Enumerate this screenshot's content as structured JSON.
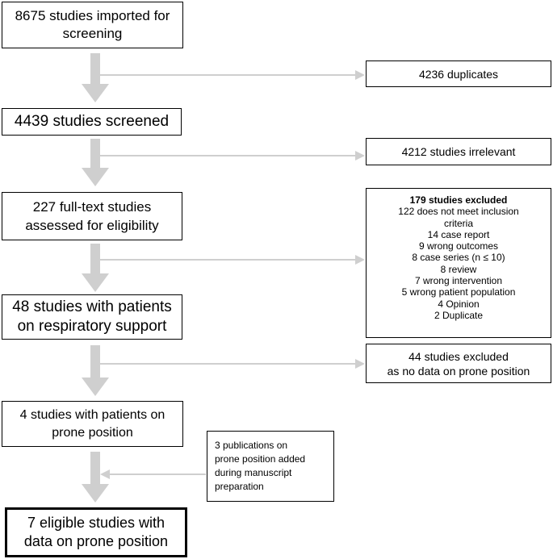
{
  "main_flow": {
    "imported": [
      "8675 studies imported for",
      "screening"
    ],
    "screened": "4439 studies screened",
    "fulltext": [
      "227 full-text studies",
      "assessed for eligibility"
    ],
    "respiratory": [
      "48 studies with patients",
      "on respiratory support"
    ],
    "prone": [
      "4 studies with patients on",
      "prone position"
    ],
    "eligible": [
      "7 eligible studies with",
      "data on prone position"
    ]
  },
  "side_boxes": {
    "duplicates": "4236 duplicates",
    "irrelevant": "4212 studies irrelevant",
    "excluded_179": {
      "title": "179 studies excluded",
      "reasons": [
        "122 does not meet inclusion",
        "criteria",
        "14 case report",
        "9 wrong outcomes",
        "8 case series (n ≤ 10)",
        "8 review",
        "7 wrong intervention",
        "5 wrong patient population",
        "4 Opinion",
        "2 Duplicate"
      ]
    },
    "excluded_44": [
      "44 studies excluded",
      "as no data on prone position"
    ],
    "added": [
      "3 publications on",
      "prone position added",
      "during manuscript",
      "preparation"
    ]
  },
  "colors": {
    "arrow": "#cfcfcf",
    "box_border": "#000000",
    "text": "#000000"
  }
}
